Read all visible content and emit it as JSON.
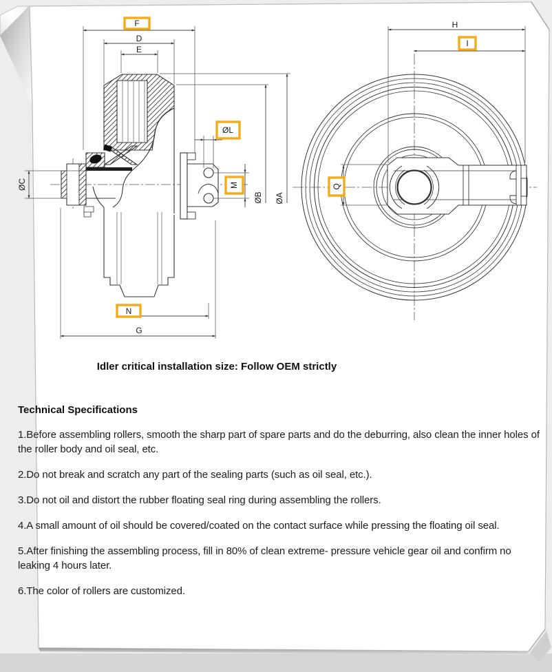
{
  "page": {
    "title": "Idler critical installation size: Follow OEM strictly",
    "section_heading": "Technical Specifications",
    "specs": [
      "1.Before assembling rollers, smooth the sharp part of spare parts and do the deburring, also clean the inner holes of the roller body and oil seal, etc.",
      "2.Do not break and scratch any part of the sealing parts (such as oil seal, etc.).",
      "3.Do not oil and distort the rubber floating seal ring during assembling the rollers.",
      "4.A small amount of oil should be covered/coated on the contact surface while pressing the floating oil seal.",
      "5.After finishing the assembling process, fill in 80% of clean extreme- pressure vehicle gear oil and confirm no leaking 4 hours later.",
      "6.The color of rollers are customized."
    ]
  },
  "diagram": {
    "highlight_color": "#F2AB1D",
    "line_color": "#333333",
    "labels": {
      "F": "F",
      "D": "D",
      "E": "E",
      "H": "H",
      "I": "I",
      "OL": "ØL",
      "M": "M",
      "Q": "Q",
      "OC": "ØC",
      "OB": "ØB",
      "OA": "ØA",
      "N": "N",
      "G": "G"
    }
  }
}
